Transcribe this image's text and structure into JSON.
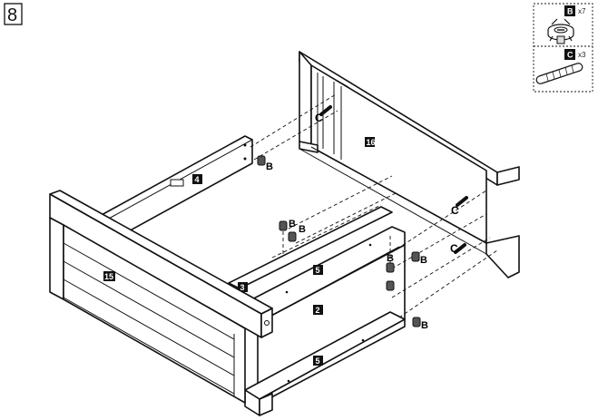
{
  "step": {
    "number": "8"
  },
  "legend": {
    "items": [
      {
        "letter": "B",
        "quantity": "x7",
        "icon": "cam-lock-fitting-icon"
      },
      {
        "letter": "C",
        "quantity": "x3",
        "icon": "wooden-dowel-icon"
      }
    ]
  },
  "parts": {
    "p2": "2",
    "p3": "3",
    "p4": "4",
    "p5_top": "5",
    "p5_bottom": "5",
    "p15": "15",
    "p16": "16"
  },
  "callouts": {
    "b1": "B",
    "b2": "B",
    "b3": "B",
    "b4": "B",
    "b5": "B",
    "b6": "B",
    "c1": "C",
    "c2": "C",
    "c3": "C"
  }
}
